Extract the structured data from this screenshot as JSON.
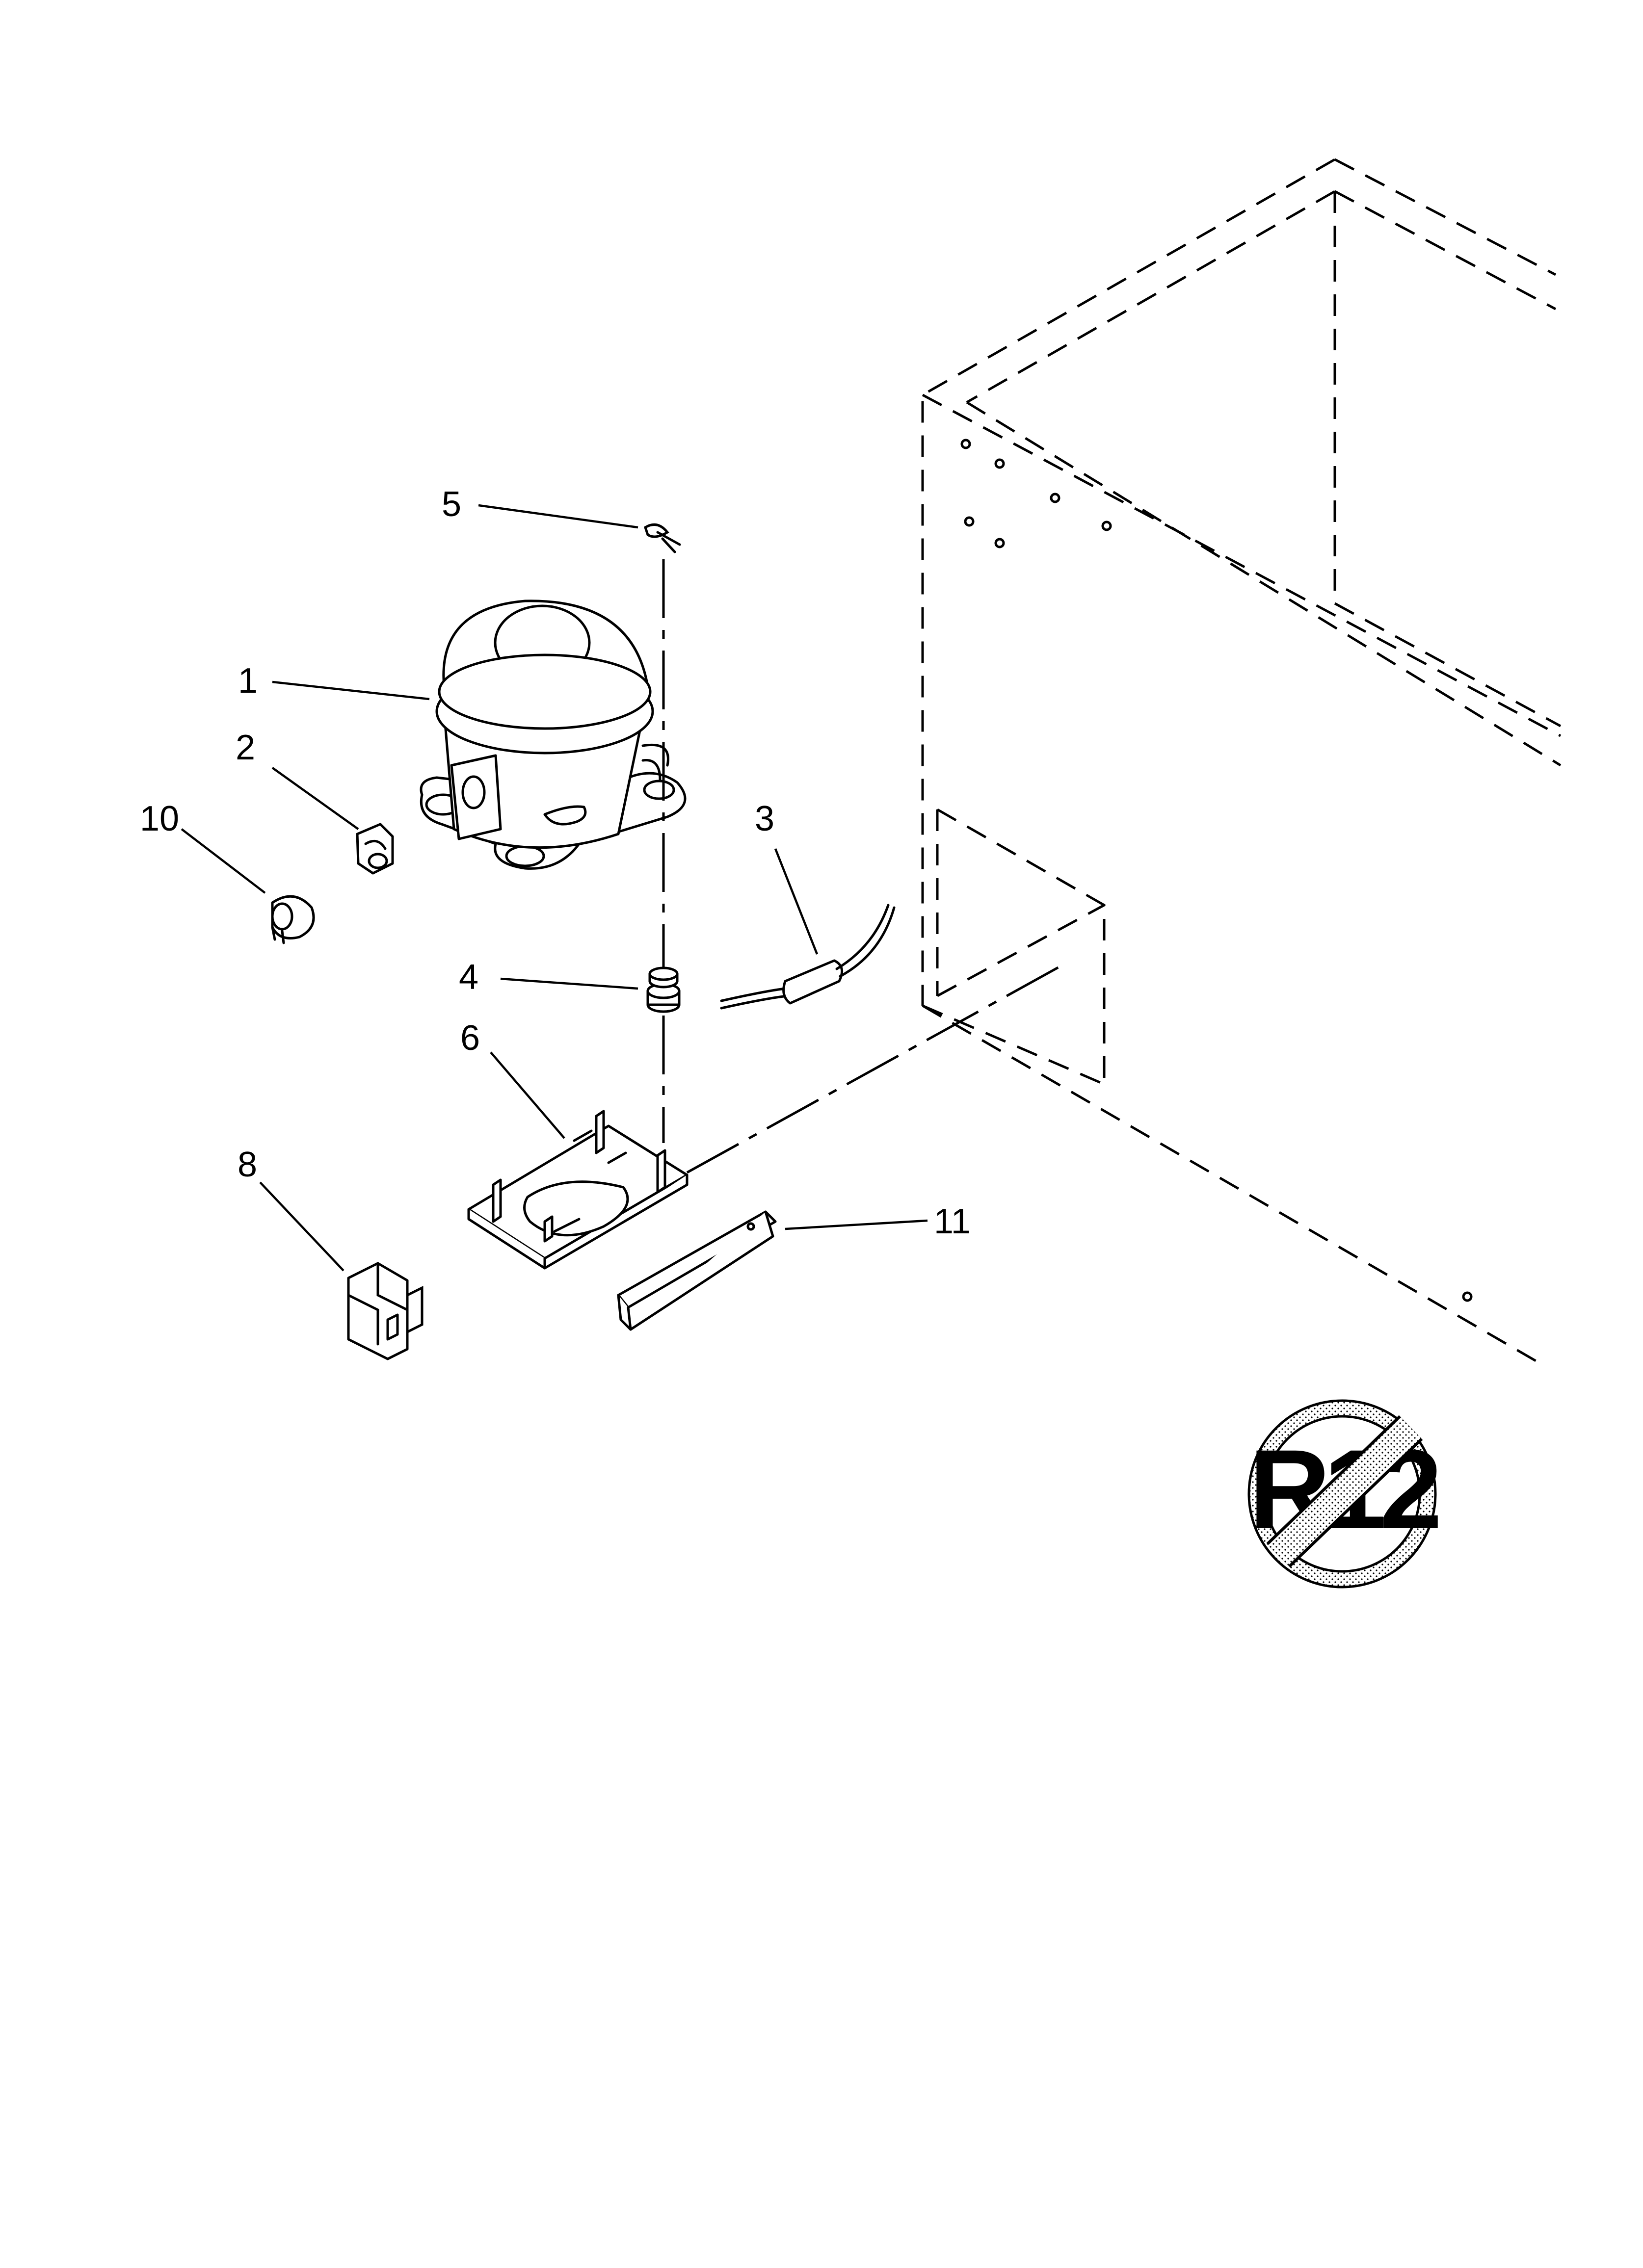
{
  "diagram": {
    "callouts": [
      {
        "id": "1",
        "label": "1"
      },
      {
        "id": "2",
        "label": "2"
      },
      {
        "id": "3",
        "label": "3"
      },
      {
        "id": "4",
        "label": "4"
      },
      {
        "id": "5",
        "label": "5"
      },
      {
        "id": "6",
        "label": "6"
      },
      {
        "id": "8",
        "label": "8"
      },
      {
        "id": "10",
        "label": "10"
      },
      {
        "id": "11",
        "label": "11"
      }
    ],
    "badge": {
      "text": "R12",
      "icon": "no-r12-refrigerant-icon"
    }
  },
  "colors": {
    "ink": "#000000",
    "paper": "#ffffff",
    "badge_fill": "#d9d9d9"
  }
}
